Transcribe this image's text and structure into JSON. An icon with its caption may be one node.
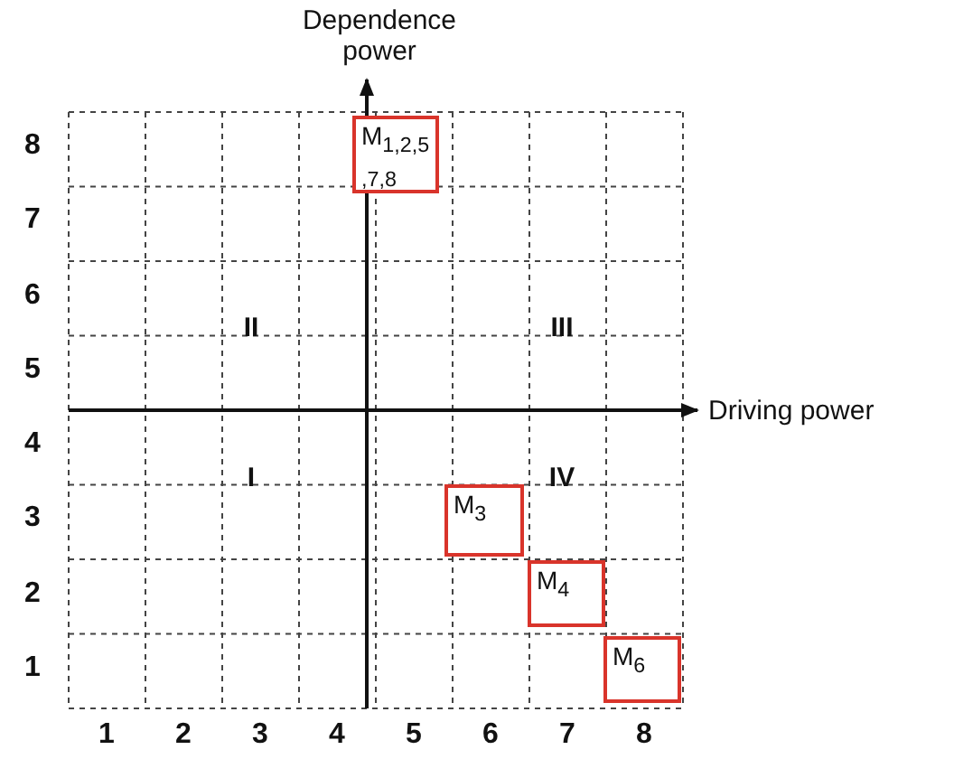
{
  "diagram": {
    "nodes": [
      {
        "text": [
          "M$_{1,2,5,7,8}$"
        ]
      },
      {
        "text": [
          "M$_{3}$"
        ]
      },
      {
        "text": [
          "M$_{4}$"
        ]
      },
      {
        "text": [
          "M$_{6}$"
        ]
      }
    ],
    "edges": [],
    "labels": [
      "Dependence power",
      "8",
      "7",
      "6",
      "5",
      "4",
      "3",
      "2",
      "1",
      "II",
      "III",
      "I",
      "IV",
      "Driving power",
      "1",
      "2",
      "3",
      "4",
      "5",
      "6",
      "7",
      "8"
    ]
  }
}
